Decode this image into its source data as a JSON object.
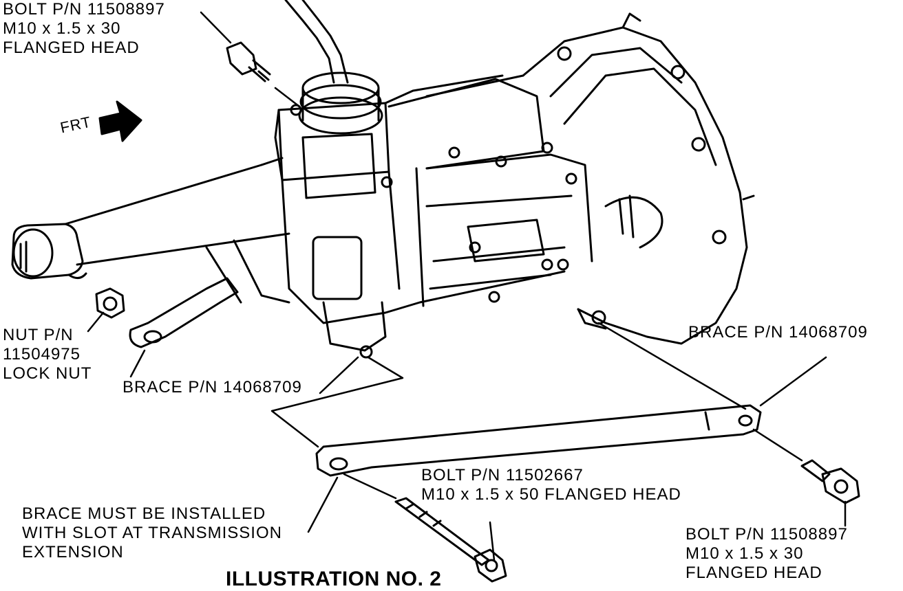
{
  "title": "ILLUSTRATION NO. 2",
  "direction_label": "FRT",
  "callouts": {
    "bolt_top": [
      "BOLT P/N 11508897",
      "M10 x 1.5 x 30",
      "FLANGED HEAD"
    ],
    "nut": [
      "NUT P/N",
      "11504975",
      "LOCK NUT"
    ],
    "brace_left": [
      "BRACE P/N 14068709"
    ],
    "brace_right": [
      "BRACE P/N 14068709"
    ],
    "bolt_mid": [
      "BOLT P/N 11502667",
      "M10 x 1.5 x 50 FLANGED HEAD"
    ],
    "note": [
      "BRACE MUST BE INSTALLED",
      "WITH SLOT AT TRANSMISSION",
      "EXTENSION"
    ],
    "bolt_bottom": [
      "BOLT P/N 11508897",
      "M10 x 1.5 x 30",
      "FLANGED HEAD"
    ]
  }
}
